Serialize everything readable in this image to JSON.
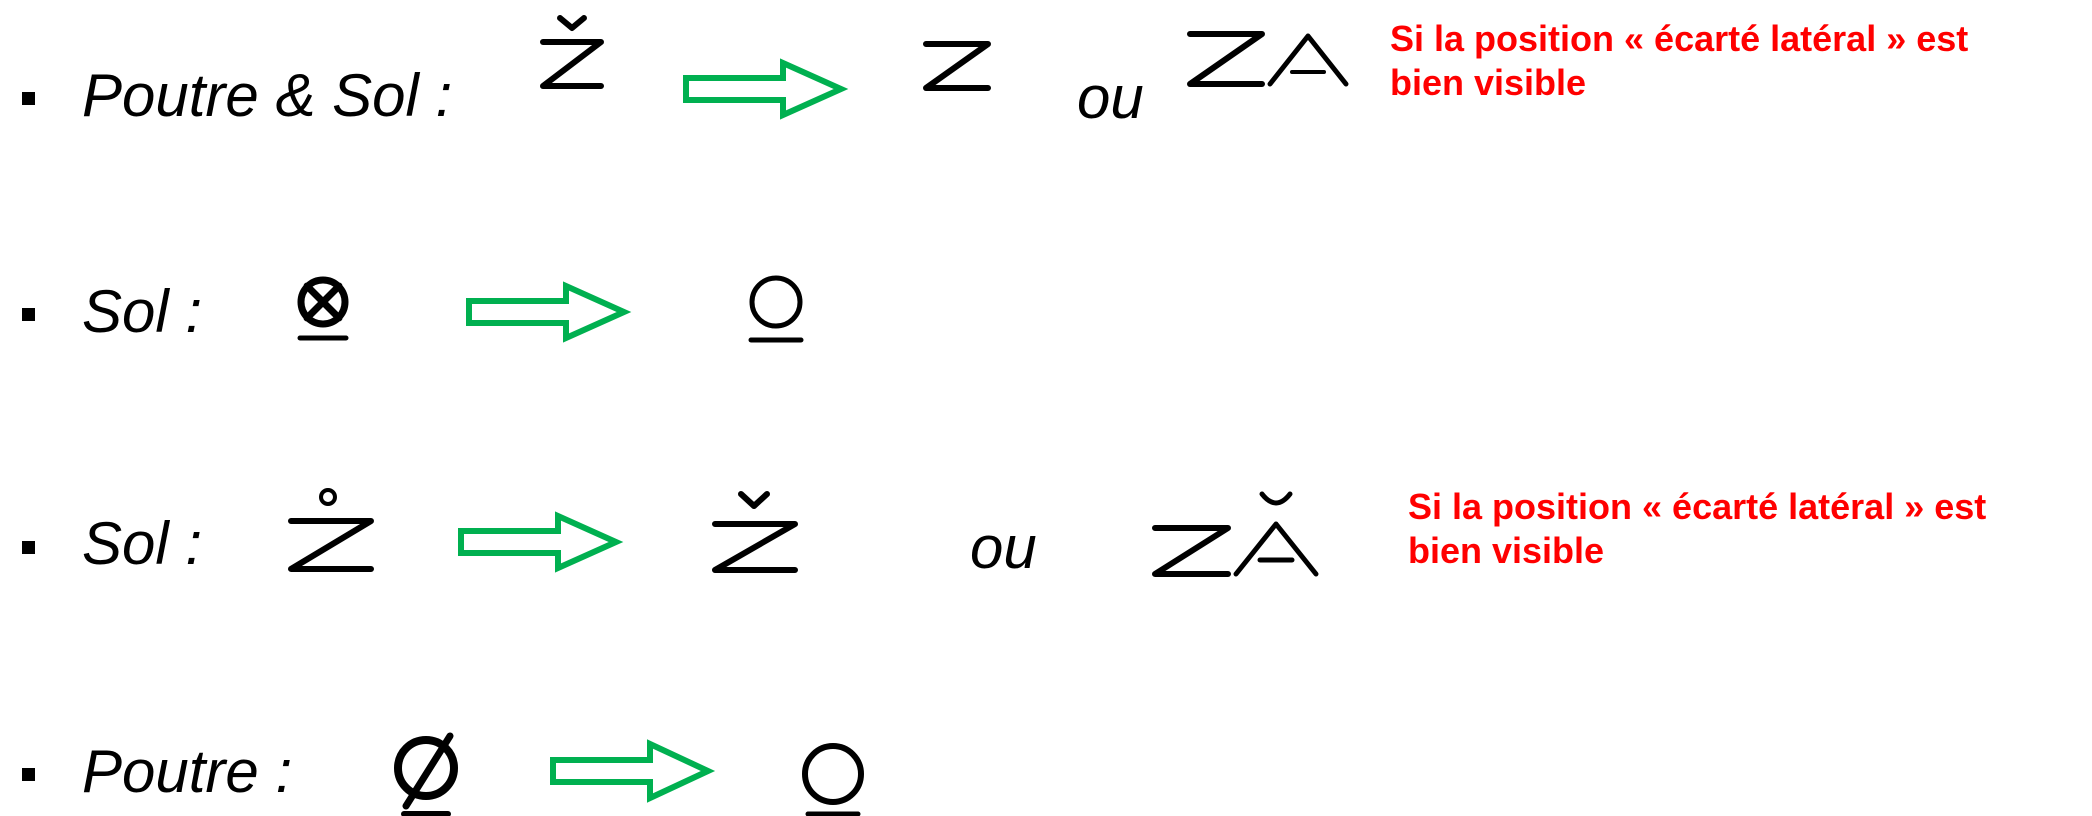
{
  "colors": {
    "text": "#000000",
    "note": "#ff0000",
    "arrow": "#00b050"
  },
  "rows": [
    {
      "label": "Poutre & Sol :",
      "ou": "ou",
      "note": "Si la position « écarté latéral » est\nbien visible"
    },
    {
      "label": "Sol :"
    },
    {
      "label": "Sol :",
      "ou": "ou",
      "note": "Si la position « écarté latéral » est\nbien visible"
    },
    {
      "label": "Poutre :"
    }
  ],
  "icons": {
    "bullet": "square-bullet-icon",
    "arrow": "right-double-arrow-icon",
    "z_caron": "z-caron-symbol-icon",
    "z": "z-symbol-icon",
    "za": "za-symbol-icon",
    "za_breve": "za-breve-symbol-icon",
    "crossed_circle_underlined": "crossed-circle-underlined-symbol-icon",
    "circle_underlined": "circle-underlined-symbol-icon",
    "z_ring": "z-ring-symbol-icon",
    "slashed_circle_underlined": "slashed-circle-underlined-symbol-icon"
  }
}
